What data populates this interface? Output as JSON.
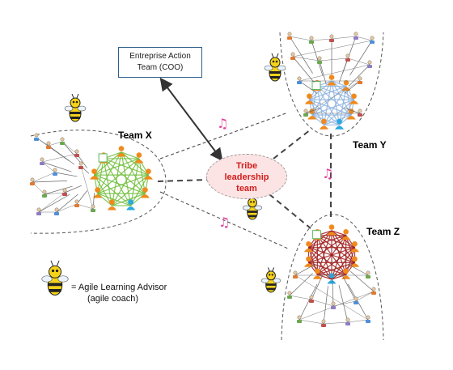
{
  "diagram": {
    "executive_box": {
      "line1": "Entreprise Action",
      "line2": "Team (COO)"
    },
    "tribe": {
      "line1": "Tribe",
      "line2": "leadership",
      "line3": "team"
    },
    "teams": [
      {
        "label": "Team X",
        "mesh_color": "#6fbe3a"
      },
      {
        "label": "Team Y",
        "mesh_color": "#8fb4e0"
      },
      {
        "label": "Team Z",
        "mesh_color": "#9e1b1b"
      }
    ],
    "legend": {
      "line1": "= Agile Learning Advisor",
      "line2": "(agile coach)"
    },
    "colors": {
      "member_orange": "#f08a1c",
      "member_blue": "#2aa9e0",
      "member_green": "#5cb85c",
      "note_pink": "#e0409a",
      "bee_yellow": "#f5d21a"
    },
    "icons": [
      "bee-icon",
      "music-note-icon",
      "person-icon"
    ]
  }
}
